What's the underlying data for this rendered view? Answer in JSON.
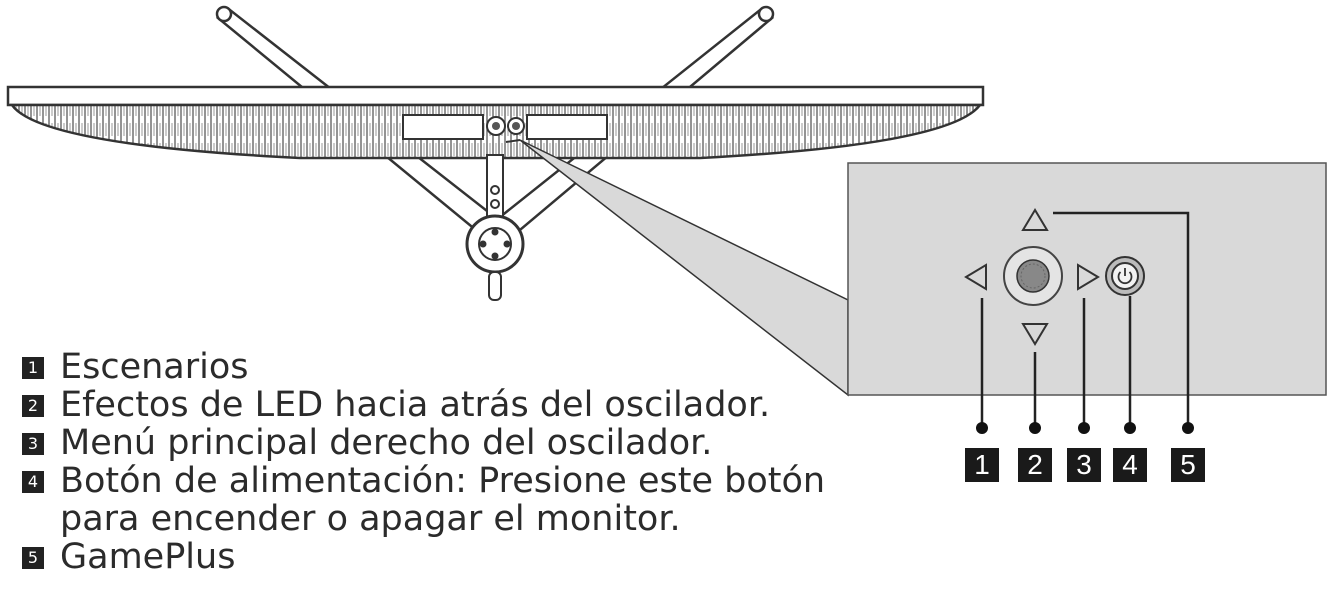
{
  "legend": [
    {
      "num": "1",
      "text": "Escenarios"
    },
    {
      "num": "2",
      "text": "Efectos de LED hacia atrás del oscilador."
    },
    {
      "num": "3",
      "text": "Menú principal derecho del oscilador."
    },
    {
      "num": "4",
      "text": "Botón de alimentación: Presione este botón\npara encender o apagar el monitor."
    },
    {
      "num": "5",
      "text": "GamePlus"
    }
  ],
  "callouts": [
    "1",
    "2",
    "3",
    "4",
    "5"
  ],
  "icons": {
    "left": "left-triangle-icon",
    "down": "down-triangle-icon",
    "right": "right-triangle-icon",
    "up": "up-triangle-icon",
    "joystick": "joystick-icon",
    "power": "power-icon"
  }
}
